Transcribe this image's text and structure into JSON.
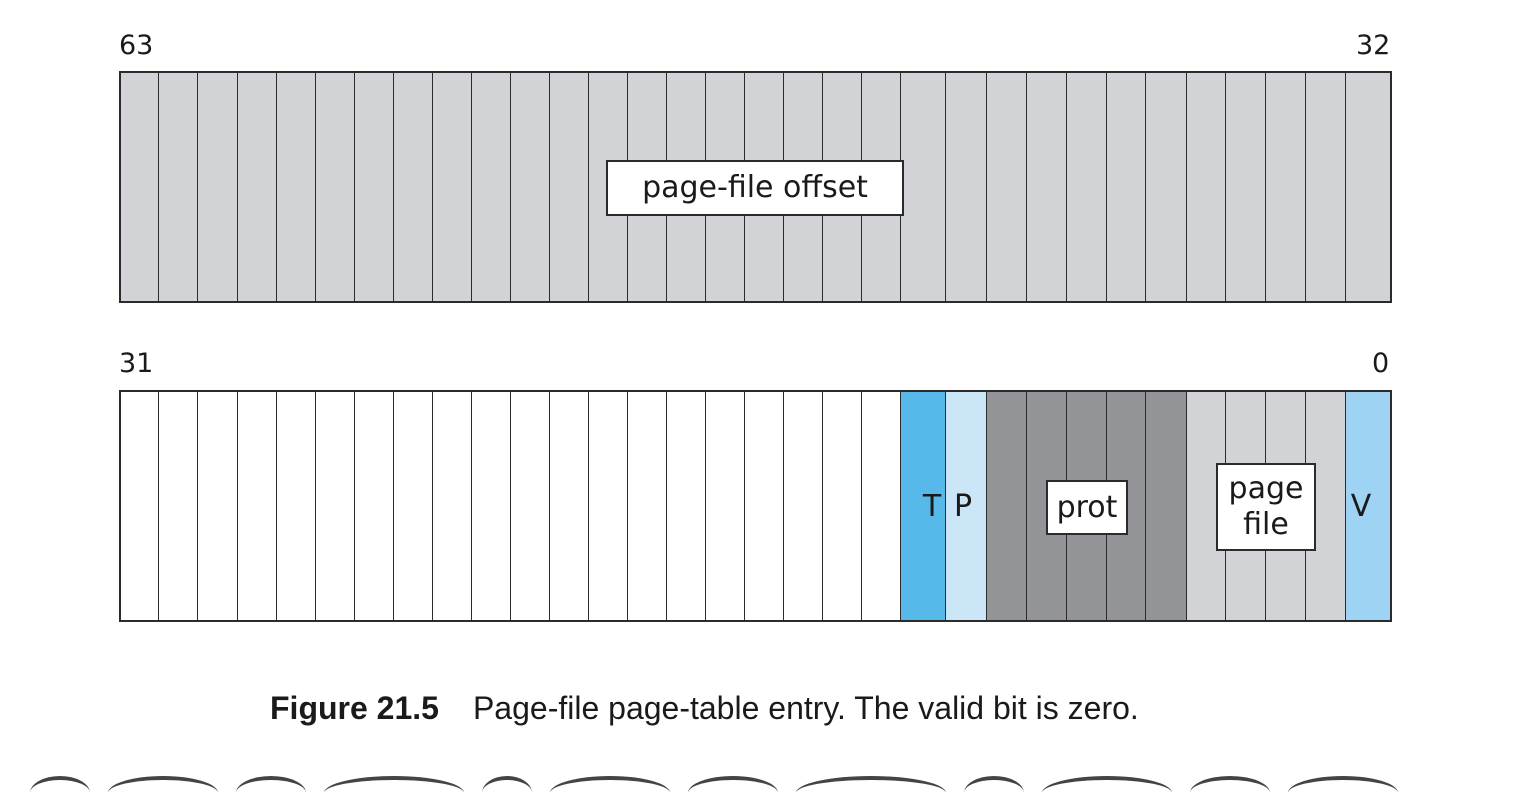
{
  "diagram": {
    "upper_register": {
      "high_bit": "63",
      "low_bit": "32",
      "field_label": "page-file offset",
      "fill_color": "#d1d3d6"
    },
    "lower_register": {
      "high_bit": "31",
      "low_bit": "0",
      "fields": [
        {
          "label": "",
          "color": "#ffffff",
          "bits": 20
        },
        {
          "label": "T",
          "color": "#57b8ea",
          "bits": 1
        },
        {
          "label": "P",
          "color": "#cbe7f7",
          "bits": 1
        },
        {
          "label": "prot",
          "color": "#929497",
          "bits": 5
        },
        {
          "label": "page file",
          "color": "#d1d3d6",
          "bits": 4
        },
        {
          "label": "V",
          "color": "#9fd3f3",
          "bits": 1
        }
      ]
    }
  },
  "caption": {
    "figure": "Figure 21.5",
    "text": "Page-file page-table entry. The valid bit is zero."
  }
}
